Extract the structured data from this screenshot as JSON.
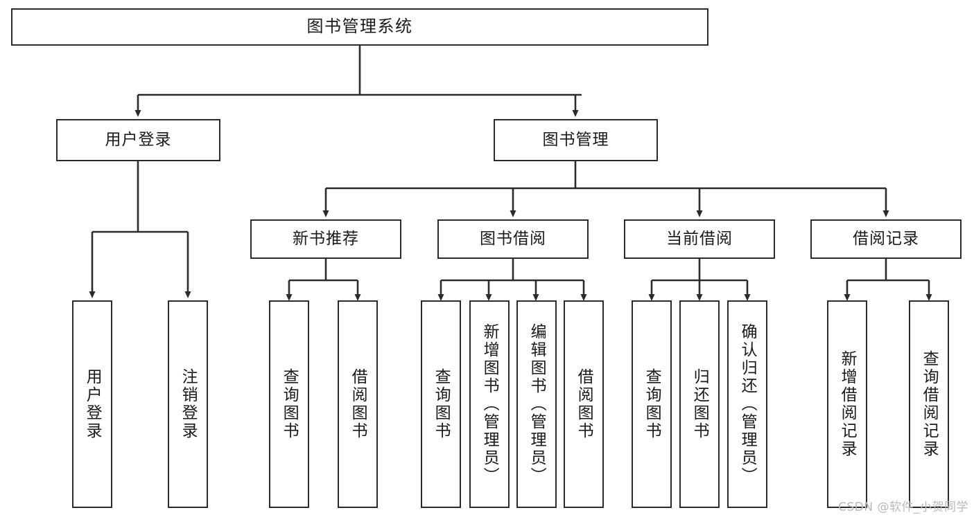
{
  "diagram": {
    "type": "tree",
    "title": "图书管理系统",
    "orientation": "top-down",
    "colors": {
      "box_border": "#2b2b2b",
      "box_fill": "#ffffff",
      "edge": "#2b2b2b",
      "text": "#1a1a1a",
      "watermark": "#b9b9b9",
      "background": "#ffffff"
    },
    "nodes": {
      "root": {
        "label": "图书管理系统"
      },
      "level1": [
        {
          "id": "user-login",
          "label": "用户登录"
        },
        {
          "id": "book-manage",
          "label": "图书管理"
        }
      ],
      "level2": [
        {
          "id": "new-book-recommend",
          "label": "新书推荐"
        },
        {
          "id": "book-borrow",
          "label": "图书借阅"
        },
        {
          "id": "current-borrow",
          "label": "当前借阅"
        },
        {
          "id": "borrow-record",
          "label": "借阅记录"
        }
      ],
      "leaves": {
        "user-login": [
          {
            "id": "leaf-user-login",
            "label": "用户登录"
          },
          {
            "id": "leaf-logout",
            "label": "注销登录"
          }
        ],
        "new-book-recommend": [
          {
            "id": "leaf-query-book-1",
            "label": "查询图书"
          },
          {
            "id": "leaf-borrow-book-1",
            "label": "借阅图书"
          }
        ],
        "book-borrow": [
          {
            "id": "leaf-query-book-2",
            "label": "查询图书"
          },
          {
            "id": "leaf-add-book",
            "label": "新增图书（管理员）"
          },
          {
            "id": "leaf-edit-book",
            "label": "编辑图书（管理员）"
          },
          {
            "id": "leaf-borrow-book-2",
            "label": "借阅图书"
          }
        ],
        "current-borrow": [
          {
            "id": "leaf-query-book-3",
            "label": "查询图书"
          },
          {
            "id": "leaf-return-book",
            "label": "归还图书"
          },
          {
            "id": "leaf-confirm-return",
            "label": "确认归还（管理员）"
          }
        ],
        "borrow-record": [
          {
            "id": "leaf-add-record",
            "label": "新增借阅记录"
          },
          {
            "id": "leaf-query-record",
            "label": "查询借阅记录"
          }
        ]
      }
    }
  },
  "watermark": {
    "text": "CSDN @软件_小贺同学"
  }
}
